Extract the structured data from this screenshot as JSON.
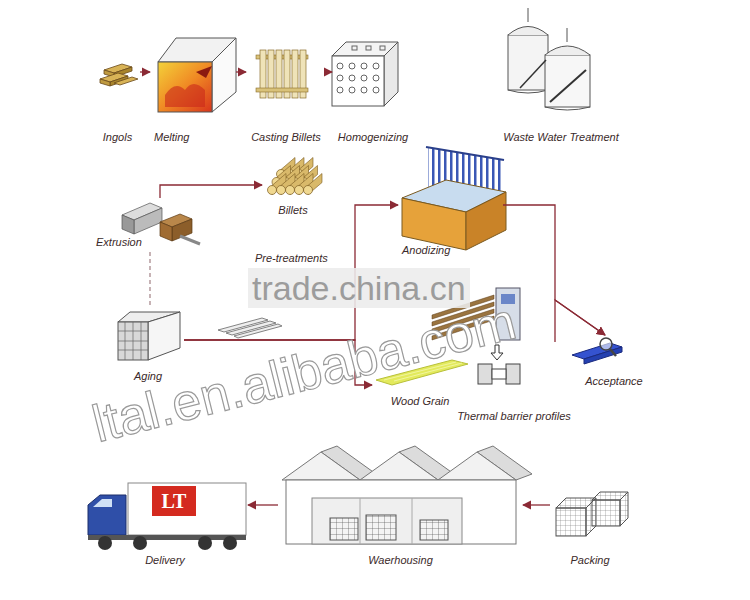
{
  "diagram": {
    "nodes": [
      {
        "text": [
          "Ingols"
        ]
      },
      {
        "text": [
          "Melting"
        ]
      },
      {
        "text": [
          "Casting Billets"
        ]
      },
      {
        "text": [
          "Homogenizing"
        ]
      },
      {
        "text": [
          "Waste Water Treatment"
        ]
      },
      {
        "text": [
          "Billets"
        ]
      },
      {
        "text": [
          "Extrusion"
        ]
      },
      {
        "text": [
          "Anodizing"
        ]
      },
      {
        "text": [
          "Aging"
        ]
      },
      {
        "text": [
          "Wood Grain"
        ]
      },
      {
        "text": [
          "Thermal barrier profiles"
        ]
      },
      {
        "text": [
          "Acceptance"
        ]
      },
      {
        "text": [
          "Delivery"
        ]
      },
      {
        "text": [
          "Waerhousing"
        ]
      },
      {
        "text": [
          "Packing"
        ]
      }
    ],
    "edges": [
      {
        "from": 0,
        "to": 1,
        "arrow": "to"
      },
      {
        "from": 1,
        "to": 2,
        "arrow": "to"
      },
      {
        "from": 2,
        "to": 3,
        "arrow": "to"
      },
      {
        "from": 6,
        "to": 5,
        "arrow": "to"
      },
      {
        "from": 6,
        "to": 8,
        "arrow": "none"
      },
      {
        "from": 8,
        "to": 7,
        "arrow": "to"
      },
      {
        "from": 8,
        "to": 9,
        "arrow": "to"
      },
      {
        "from": 7,
        "to": 11,
        "arrow": "to"
      },
      {
        "from": 10,
        "to": 11,
        "arrow": "to"
      },
      {
        "from": 14,
        "to": 13,
        "arrow": "to"
      },
      {
        "from": 13,
        "to": 12,
        "arrow": "to"
      }
    ],
    "labels": [
      "Pre-treatments",
      "trade.china.cn",
      "ltal.en.alibaba.com",
      "LT"
    ]
  }
}
